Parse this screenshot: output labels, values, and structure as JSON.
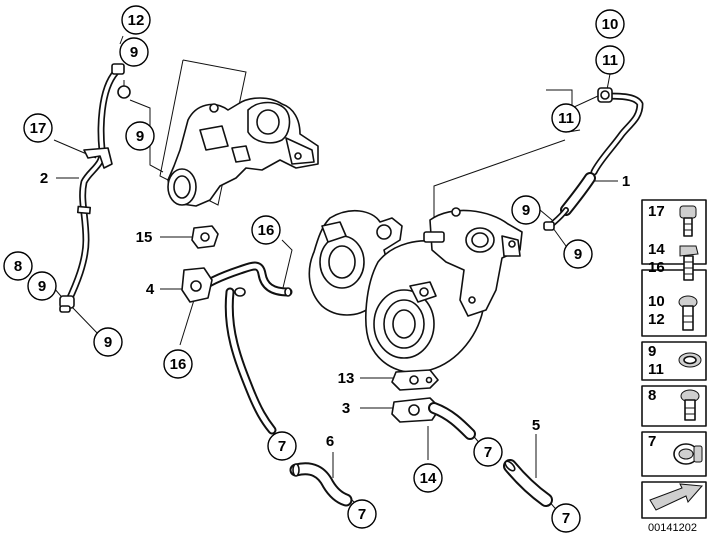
{
  "diagram": {
    "callouts": [
      {
        "label": "12"
      },
      {
        "label": "9"
      },
      {
        "label": "17"
      },
      {
        "label": "9"
      },
      {
        "label": "8"
      },
      {
        "label": "9"
      },
      {
        "label": "9"
      },
      {
        "label": "16"
      },
      {
        "label": "16"
      },
      {
        "label": "10"
      },
      {
        "label": "11"
      },
      {
        "label": "11"
      },
      {
        "label": "9"
      },
      {
        "label": "9"
      },
      {
        "label": "7"
      },
      {
        "label": "7"
      },
      {
        "label": "14"
      },
      {
        "label": "7"
      },
      {
        "label": "7"
      }
    ],
    "plain_labels": [
      {
        "label": "2"
      },
      {
        "label": "15"
      },
      {
        "label": "4"
      },
      {
        "label": "1"
      },
      {
        "label": "13"
      },
      {
        "label": "3"
      },
      {
        "label": "6"
      },
      {
        "label": "5"
      }
    ],
    "legend": [
      {
        "label_a": "17",
        "label_b": ""
      },
      {
        "label_a": "14",
        "label_b": "16"
      },
      {
        "label_a": "10",
        "label_b": "12"
      },
      {
        "label_a": "9",
        "label_b": "11"
      },
      {
        "label_a": "8",
        "label_b": ""
      },
      {
        "label_a": "7",
        "label_b": ""
      }
    ],
    "doc_number": "00141202"
  }
}
